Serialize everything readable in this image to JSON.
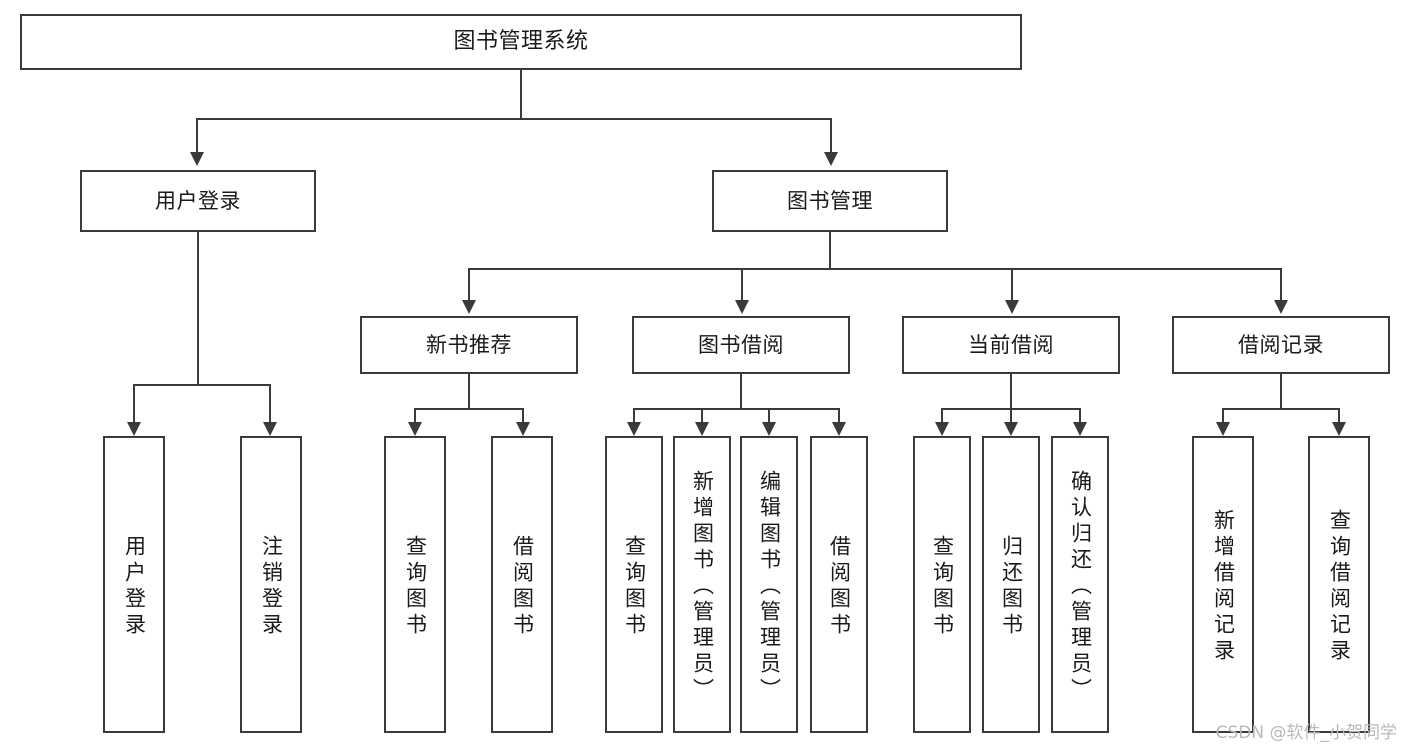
{
  "diagram": {
    "title": "图书管理系统",
    "watermark": "CSDN @软件_小贺同学",
    "colors": {
      "stroke": "#3a3a3a",
      "fill": "#ffffff",
      "text": "#1a1a1a",
      "watermark": "#b9b9b9"
    },
    "type": "tree",
    "root": {
      "label": "图书管理系统"
    },
    "level2": [
      {
        "label": "用户登录"
      },
      {
        "label": "图书管理"
      }
    ],
    "level3": [
      {
        "label": "新书推荐"
      },
      {
        "label": "图书借阅"
      },
      {
        "label": "当前借阅"
      },
      {
        "label": "借阅记录"
      }
    ],
    "leaves": {
      "user_login": [
        {
          "label": "用户登录"
        },
        {
          "label": "注销登录"
        }
      ],
      "new_book": [
        {
          "label": "查询图书"
        },
        {
          "label": "借阅图书"
        }
      ],
      "book_borrow": [
        {
          "label": "查询图书"
        },
        {
          "label": "新增图书（管理员）"
        },
        {
          "label": "编辑图书（管理员）"
        },
        {
          "label": "借阅图书"
        }
      ],
      "current_borrow": [
        {
          "label": "查询图书"
        },
        {
          "label": "归还图书"
        },
        {
          "label": "确认归还（管理员）"
        }
      ],
      "borrow_record": [
        {
          "label": "新增借阅记录"
        },
        {
          "label": "查询借阅记录"
        }
      ]
    }
  }
}
